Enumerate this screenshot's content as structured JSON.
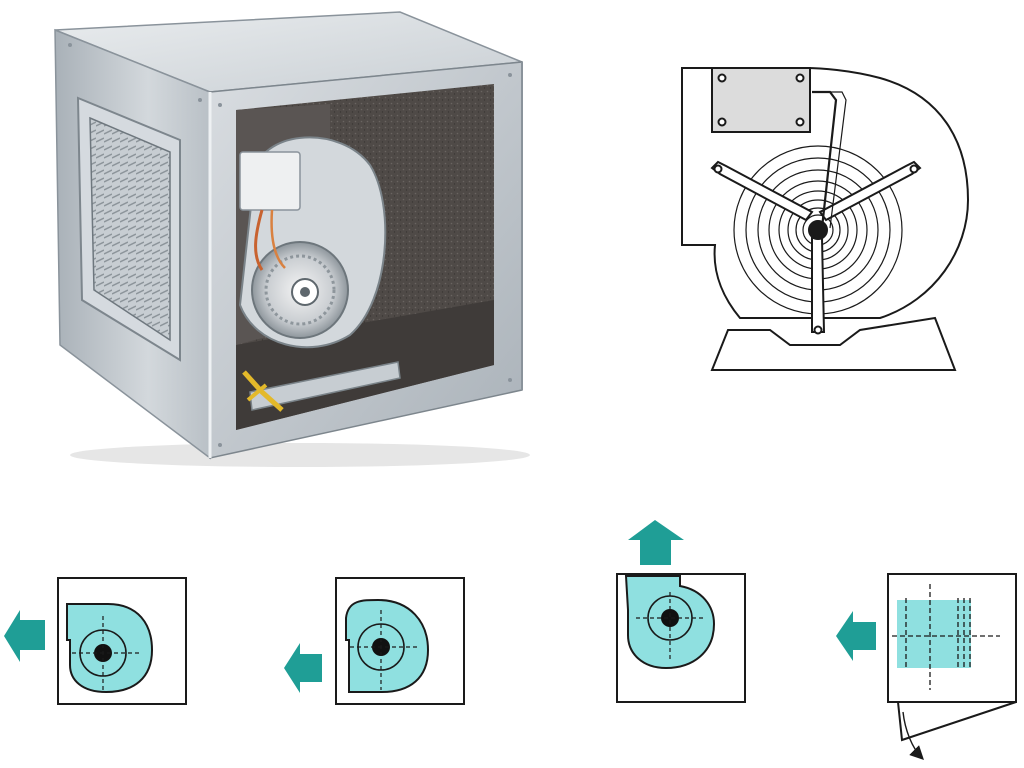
{
  "colors": {
    "teal_arrow": "#1f9e96",
    "fan_fill": "#8fe0e0",
    "line": "#1a1a1a",
    "steel_light": "#dfe3e6",
    "steel_mid": "#b7bec4",
    "steel_dark": "#8a939b",
    "insulation": "#4a4644"
  },
  "illustrations": [
    {
      "id": "cabinet-fan-photo",
      "icon": "cabinet-fan-unit"
    },
    {
      "id": "fan-side-drawing",
      "icon": "centrifugal-fan-side-view"
    }
  ],
  "orientations": [
    {
      "id": "outlet-left-volute-right",
      "arrow": "left"
    },
    {
      "id": "outlet-left-volute-left",
      "arrow": "left"
    },
    {
      "id": "outlet-up",
      "arrow": "up"
    },
    {
      "id": "outlet-side-view",
      "arrow": "left",
      "note": "hinged-door"
    }
  ]
}
